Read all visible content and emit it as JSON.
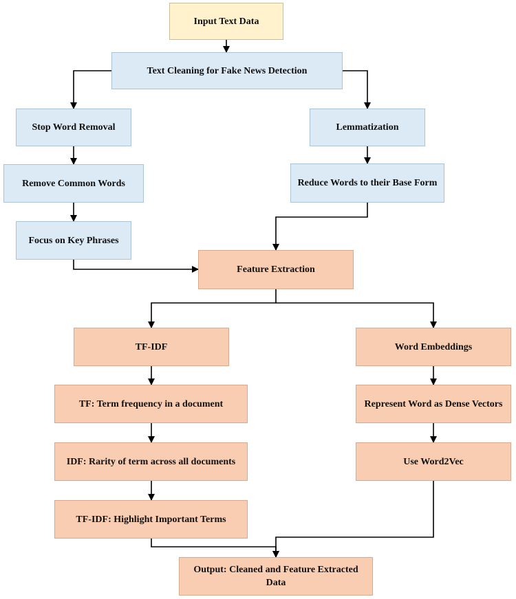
{
  "colors": {
    "input": "#FFF2CC",
    "cleaning": "#DCEAF6",
    "features": "#F9CDB1",
    "connector": "#000000"
  },
  "nodes": {
    "input": "Input Text Data",
    "cleaning": "Text Cleaning for Fake News Detection",
    "stop_word_removal": "Stop Word Removal",
    "remove_common_words": "Remove Common Words",
    "focus_key_phrases": "Focus on Key Phrases",
    "lemmatization": "Lemmatization",
    "reduce_base_form": "Reduce Words to their Base Form",
    "feature_extraction": "Feature Extraction",
    "tfidf": "TF-IDF",
    "tf_term_frequency": "TF: Term frequency in a document",
    "idf_rarity": "IDF: Rarity of term across all documents",
    "tfidf_highlight": "TF-IDF: Highlight Important Terms",
    "word_embeddings": "Word Embeddings",
    "dense_vectors": "Represent Word as Dense Vectors",
    "word2vec": "Use Word2Vec",
    "output": "Output: Cleaned and Feature Extracted Data"
  },
  "edges": [
    [
      "input",
      "cleaning"
    ],
    [
      "cleaning",
      "stop_word_removal"
    ],
    [
      "cleaning",
      "lemmatization"
    ],
    [
      "stop_word_removal",
      "remove_common_words"
    ],
    [
      "remove_common_words",
      "focus_key_phrases"
    ],
    [
      "focus_key_phrases",
      "feature_extraction"
    ],
    [
      "lemmatization",
      "reduce_base_form"
    ],
    [
      "reduce_base_form",
      "feature_extraction"
    ],
    [
      "feature_extraction",
      "tfidf"
    ],
    [
      "feature_extraction",
      "word_embeddings"
    ],
    [
      "tfidf",
      "tf_term_frequency"
    ],
    [
      "tf_term_frequency",
      "idf_rarity"
    ],
    [
      "idf_rarity",
      "tfidf_highlight"
    ],
    [
      "tfidf_highlight",
      "output"
    ],
    [
      "word_embeddings",
      "dense_vectors"
    ],
    [
      "dense_vectors",
      "word2vec"
    ],
    [
      "word2vec",
      "output"
    ]
  ]
}
